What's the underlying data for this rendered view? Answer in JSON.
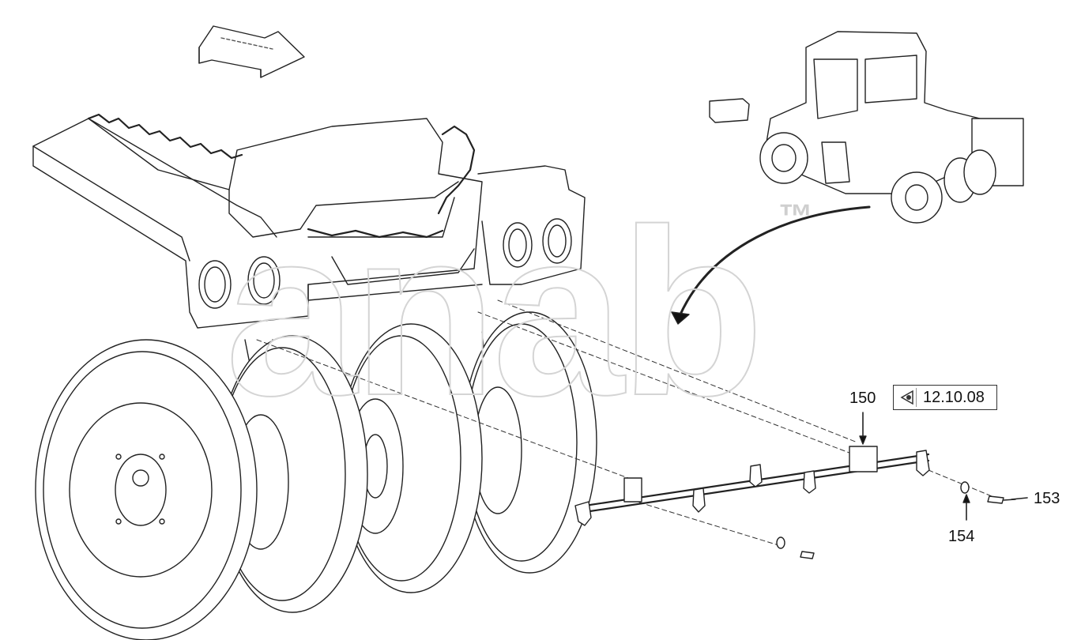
{
  "watermark": {
    "text": "anab",
    "mark": "™"
  },
  "callouts": {
    "c150": "150",
    "c153": "153",
    "c154": "154"
  },
  "reference": {
    "text": "12.10.08",
    "icon": "view-reference-icon"
  },
  "colors": {
    "line": "#222222",
    "watermark": "#d4d4d4",
    "background": "#ffffff"
  }
}
